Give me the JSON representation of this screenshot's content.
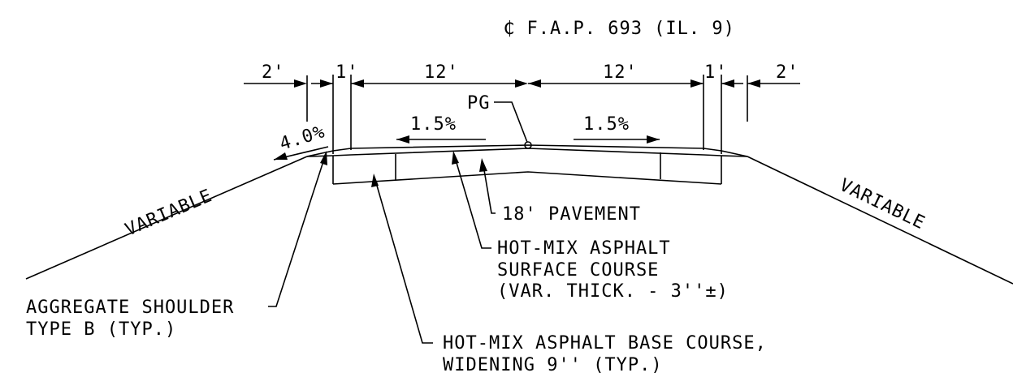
{
  "centerline_label": "₵ F.A.P. 693 (IL. 9)",
  "dimensions": {
    "left_shoulder": "2'",
    "left_gutter": "1'",
    "left_lane": "12'",
    "right_lane": "12'",
    "right_gutter": "1'",
    "right_shoulder": "2'"
  },
  "profile_grade": "PG",
  "slopes": {
    "shoulder": "4.0%",
    "left_lane": "1.5%",
    "right_lane": "1.5%"
  },
  "side_slopes": {
    "left": "VARIABLE",
    "right": "VARIABLE"
  },
  "callouts": {
    "pavement": "18' PAVEMENT",
    "surface_course_1": "HOT-MIX ASPHALT",
    "surface_course_2": "SURFACE COURSE",
    "surface_course_3": "(VAR. THICK. - 3''±)",
    "shoulder_1": "AGGREGATE SHOULDER",
    "shoulder_2": "TYPE B (TYP.)",
    "base_course_1": "HOT-MIX ASPHALT BASE COURSE,",
    "base_course_2": "WIDENING 9'' (TYP.)"
  }
}
